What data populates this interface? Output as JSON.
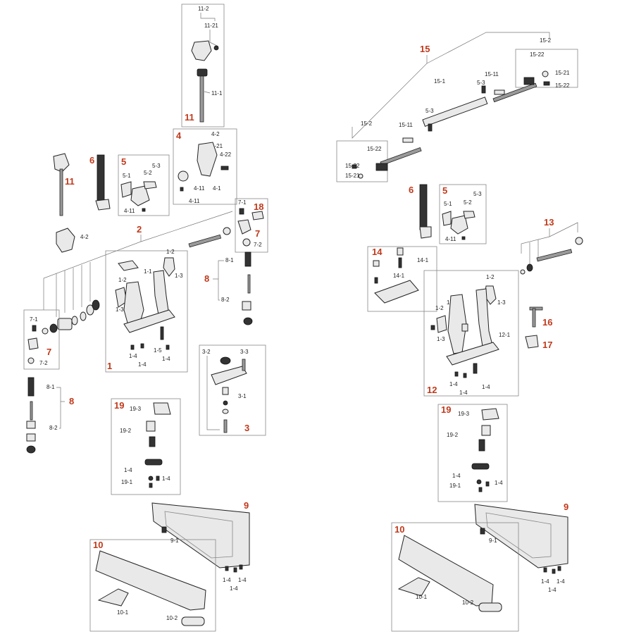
{
  "left": {
    "g11": {
      "num": "11",
      "labels": [
        "11-2",
        "11-21",
        "11-1"
      ]
    },
    "g4": {
      "num": "4",
      "labels": [
        "4-2",
        "4-21",
        "4-22",
        "4-11",
        "4-1",
        "4-11"
      ]
    },
    "g11b": {
      "num": "11"
    },
    "g6": {
      "num": "6"
    },
    "g5": {
      "num": "5",
      "labels": [
        "5-3",
        "5-1",
        "5-2",
        "4-11"
      ]
    },
    "g4b": {
      "labels": [
        "4-2"
      ]
    },
    "g2": {
      "num": "2"
    },
    "g18": {
      "num": "18"
    },
    "g7a": {
      "num": "7",
      "labels": [
        "7-1",
        "7-2"
      ]
    },
    "g1": {
      "num": "1",
      "labels": [
        "1-2",
        "1-1",
        "1-3",
        "1-2",
        "1-3",
        "1-5",
        "1-4",
        "1-4",
        "1-4"
      ]
    },
    "g8a": {
      "num": "8",
      "labels": [
        "8-1",
        "8-2"
      ]
    },
    "g7b": {
      "num": "7",
      "labels": [
        "7-1",
        "7-2"
      ]
    },
    "g3": {
      "num": "3",
      "labels": [
        "3-2",
        "3-3",
        "3-1"
      ]
    },
    "g8b": {
      "num": "8",
      "labels": [
        "8-1",
        "8-2"
      ]
    },
    "g19": {
      "num": "19",
      "labels": [
        "19-3",
        "19-2",
        "1-4",
        "19-1",
        "1-4"
      ]
    },
    "g9": {
      "num": "9",
      "labels": [
        "9-1",
        "1-4",
        "1-4",
        "1-4"
      ]
    },
    "g10": {
      "num": "10",
      "labels": [
        "10-1",
        "10-2"
      ]
    }
  },
  "right": {
    "g15": {
      "num": "15",
      "labels": [
        "15-2",
        "15-22",
        "15-21",
        "15-22",
        "15-1",
        "15-11",
        "5-3",
        "5-3",
        "15-11",
        "15-2",
        "15-22",
        "15-22",
        "15-21"
      ]
    },
    "g6": {
      "num": "6"
    },
    "g5": {
      "num": "5",
      "labels": [
        "5-3",
        "5-1",
        "5-2",
        "4-11"
      ]
    },
    "g13": {
      "num": "13"
    },
    "g14": {
      "num": "14",
      "labels": [
        "14-1",
        "14-1"
      ]
    },
    "g12": {
      "num": "12",
      "labels": [
        "1-2",
        "1-3",
        "1-2",
        "1-3",
        "1-3",
        "12-1",
        "1-4",
        "1-4",
        "1-4"
      ]
    },
    "g16": {
      "num": "16"
    },
    "g17": {
      "num": "17"
    },
    "g19": {
      "num": "19",
      "labels": [
        "19-3",
        "19-2",
        "1-4",
        "19-1",
        "1-4"
      ]
    },
    "g9": {
      "num": "9",
      "labels": [
        "9-1",
        "1-4",
        "1-4",
        "1-4"
      ]
    },
    "g10": {
      "num": "10",
      "labels": [
        "10-1",
        "10-2"
      ]
    }
  }
}
